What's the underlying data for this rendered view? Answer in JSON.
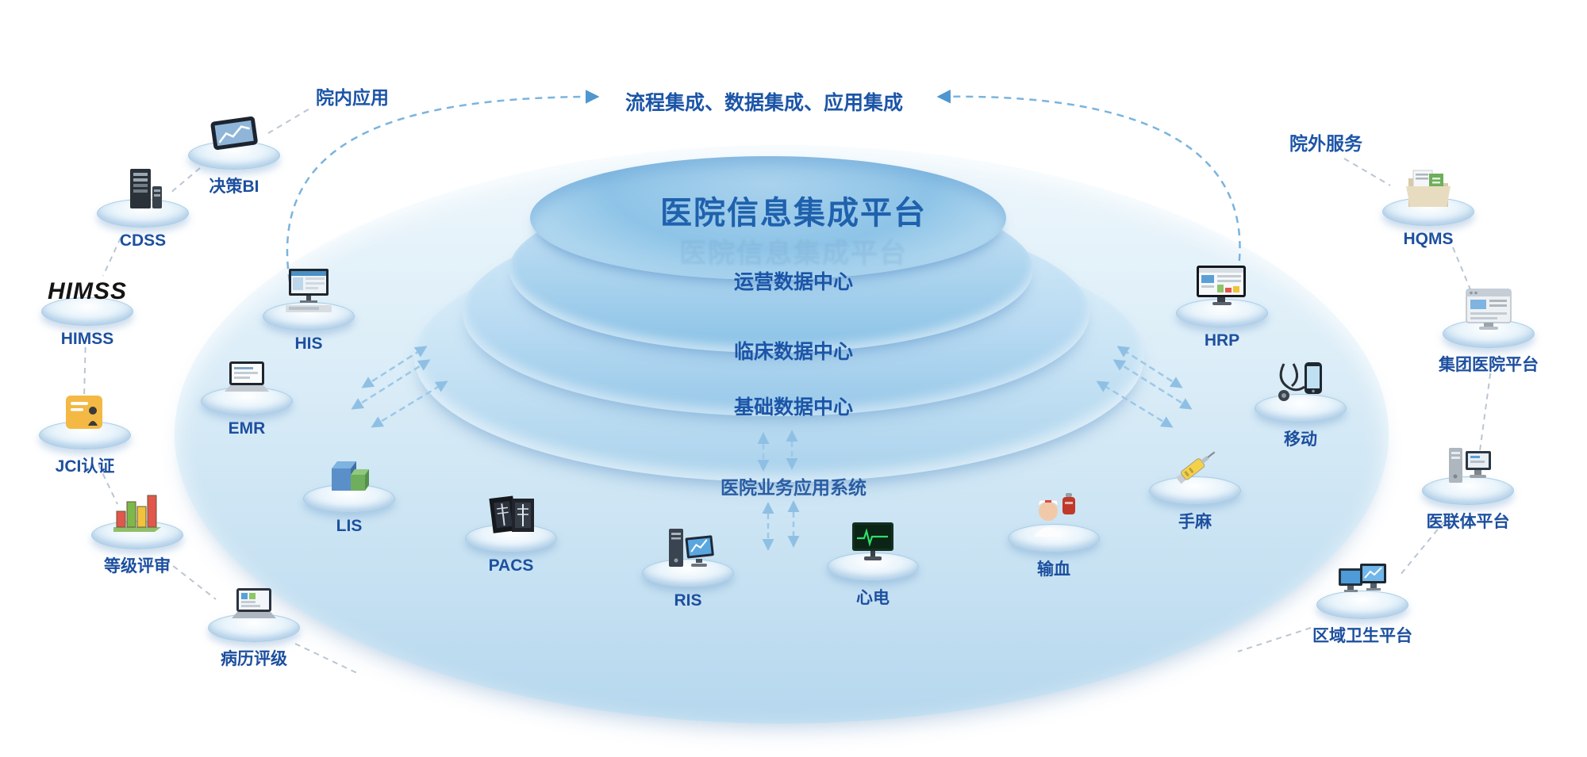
{
  "title": "医院信息集成平台",
  "integration_banner": "流程集成、数据集成、应用集成",
  "regions": {
    "left": "院内应用",
    "right": "院外服务"
  },
  "layers": {
    "operations": "运营数据中心",
    "clinical": "临床数据中心",
    "basic": "基础数据中心",
    "applications": "医院业务应用系统"
  },
  "inner_systems": {
    "his": "HIS",
    "emr": "EMR",
    "lis": "LIS",
    "pacs": "PACS",
    "ris": "RIS",
    "ecg": "心电",
    "blood": "输血",
    "anesthesia": "手麻",
    "mobile": "移动",
    "hrp": "HRP"
  },
  "hospital_applications": {
    "bi": "决策BI",
    "cdss": "CDSS",
    "himss_logo": "HIMSS",
    "himss": "HIMSS",
    "jci": "JCI认证",
    "grade": "等级评审",
    "record": "病历评级"
  },
  "external_services": {
    "hqms": "HQMS",
    "group": "集团医院平台",
    "consortium": "医联体平台",
    "regional": "区域卫生平台"
  },
  "colors": {
    "accent_blue": "#1c55a7",
    "platform_blue": "#9fcbe9",
    "dash_blue": "#8fc0e4",
    "chain_gray": "#b9c6d2"
  }
}
